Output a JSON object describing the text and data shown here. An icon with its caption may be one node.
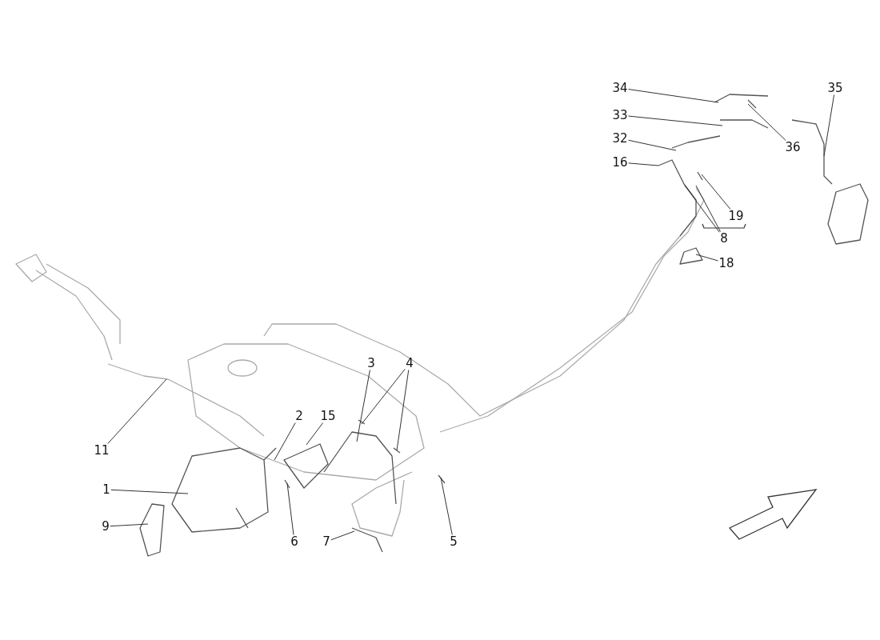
{
  "diagram": {
    "nodes": [
      {
        "text": [
          "34"
        ]
      },
      {
        "text": [
          "35"
        ]
      },
      {
        "text": [
          "33"
        ]
      },
      {
        "text": [
          "36"
        ]
      },
      {
        "text": [
          "32"
        ]
      },
      {
        "text": [
          "16"
        ]
      },
      {
        "text": [
          "19"
        ]
      },
      {
        "text": [
          "8"
        ]
      },
      {
        "text": [
          "18"
        ]
      },
      {
        "text": [
          "3"
        ]
      },
      {
        "text": [
          "4"
        ]
      },
      {
        "text": [
          "11"
        ]
      },
      {
        "text": [
          "2"
        ]
      },
      {
        "text": [
          "15"
        ]
      },
      {
        "text": [
          "1"
        ]
      },
      {
        "text": [
          "6"
        ]
      },
      {
        "text": [
          "7"
        ]
      },
      {
        "text": [
          "5"
        ]
      },
      {
        "text": [
          "9"
        ]
      }
    ],
    "edges": [
      {
        "from": 0,
        "to": null,
        "arrow": "none"
      },
      {
        "from": 1,
        "to": null,
        "arrow": "none"
      },
      {
        "from": 2,
        "to": null,
        "arrow": "none"
      },
      {
        "from": 3,
        "to": null,
        "arrow": "none"
      },
      {
        "from": 4,
        "to": null,
        "arrow": "none"
      },
      {
        "from": 5,
        "to": null,
        "arrow": "none"
      },
      {
        "from": 6,
        "to": null,
        "arrow": "none"
      },
      {
        "from": 7,
        "to": null,
        "arrow": "none"
      },
      {
        "from": 7,
        "to": null,
        "arrow": "none"
      },
      {
        "from": 8,
        "to": null,
        "arrow": "none"
      },
      {
        "from": 9,
        "to": null,
        "arrow": "none"
      },
      {
        "from": 10,
        "to": null,
        "arrow": "none"
      },
      {
        "from": 10,
        "to": null,
        "arrow": "none"
      },
      {
        "from": 11,
        "to": null,
        "arrow": "none"
      },
      {
        "from": 12,
        "to": null,
        "arrow": "none"
      },
      {
        "from": 13,
        "to": null,
        "arrow": "none"
      },
      {
        "from": 14,
        "to": null,
        "arrow": "none"
      },
      {
        "from": 15,
        "to": null,
        "arrow": "none"
      },
      {
        "from": 16,
        "to": null,
        "arrow": "none"
      },
      {
        "from": 17,
        "to": null,
        "arrow": "none"
      },
      {
        "from": 18,
        "to": null,
        "arrow": "none"
      }
    ]
  }
}
